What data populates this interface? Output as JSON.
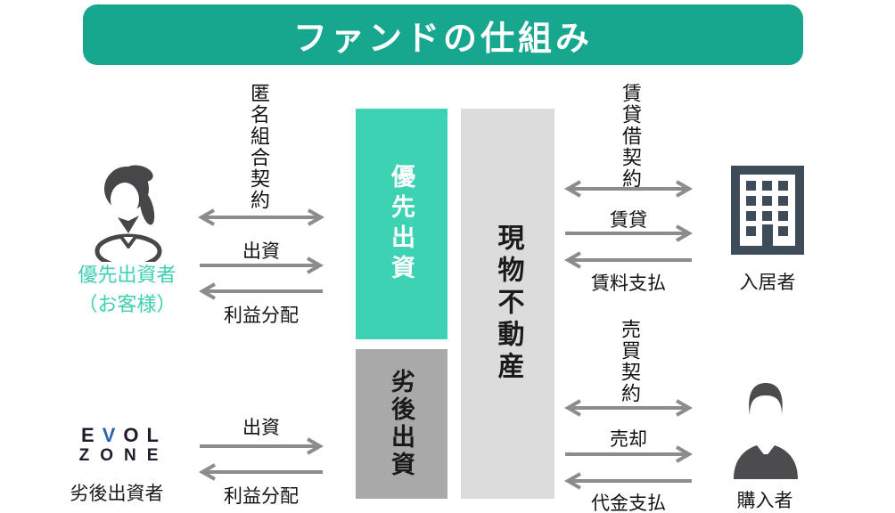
{
  "title": "ファンドの仕組み",
  "colors": {
    "header_teal": "#17a68e",
    "box_teal": "#3ed2b5",
    "box_gray": "#a9a9a9",
    "box_light_gray": "#dcdcdc",
    "arrow_gray": "#8c8c8c",
    "teal_label": "#3ecfb4",
    "building_icon": "#3e4c59",
    "person_icon": "#4c4c4f",
    "logo_navy": "#1d1d2c",
    "logo_blue": "#2b64ad"
  },
  "entities": {
    "priority_investor": {
      "label": "優先出資者",
      "sublabel": "（お客様）"
    },
    "subordinated_investor": {
      "label": "劣後出資者",
      "logo": {
        "e": "E",
        "v": "V",
        "ol": "OL",
        "line2": "ZONE"
      }
    },
    "resident": {
      "label": "入居者"
    },
    "purchaser": {
      "label": "購入者"
    }
  },
  "boxes": {
    "priority": "優先出資",
    "subordinated": "劣後出資",
    "property": "現物不動産"
  },
  "flows": {
    "left_top": {
      "contract": "匿名組合契約",
      "invest": "出資",
      "distribution": "利益分配"
    },
    "left_bottom": {
      "invest": "出資",
      "distribution": "利益分配"
    },
    "right_top": {
      "contract": "賃貸借契約",
      "lease": "賃貸",
      "rent_payment": "賃料支払"
    },
    "right_bottom": {
      "contract": "売買契約",
      "sale": "売却",
      "payment": "代金支払"
    }
  }
}
